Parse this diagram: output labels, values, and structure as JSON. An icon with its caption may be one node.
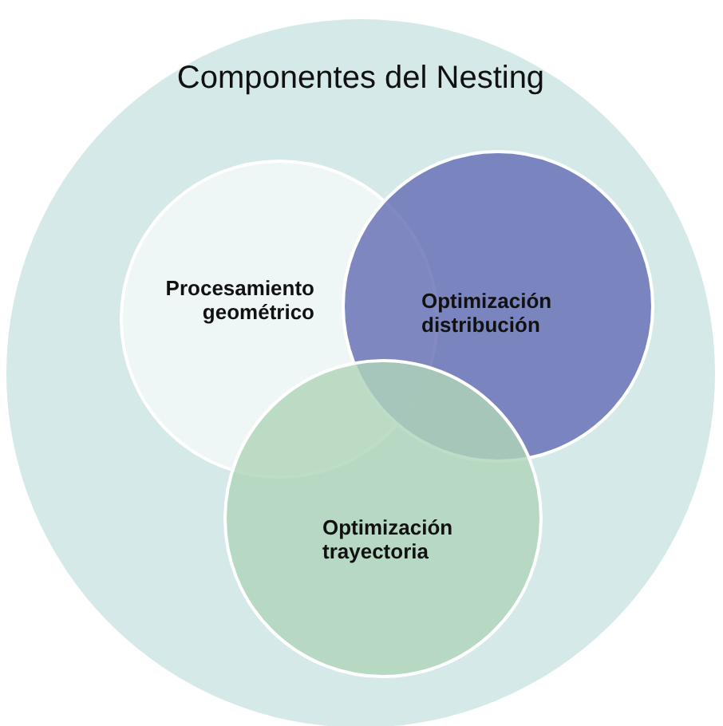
{
  "diagram": {
    "nodes": [
      {
        "text": [
          "Componentes del Nesting"
        ]
      },
      {
        "text": [
          "Procesamiento geométrico"
        ],
        "in": 0
      },
      {
        "text": [
          "Optimización distribución"
        ],
        "in": 0
      },
      {
        "text": [
          "Optimización trayectoria"
        ],
        "in": 0
      }
    ]
  }
}
